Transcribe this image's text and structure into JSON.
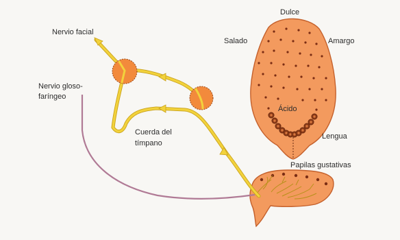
{
  "labels": {
    "facial_nerve": "Nervio facial",
    "glosso_nerve_line1": "Nervio gloso-",
    "glosso_nerve_line2": "faríngeo",
    "chorda_line1": "Cuerda del",
    "chorda_line2": "tímpano",
    "sweet": "Dulce",
    "salty": "Salado",
    "bitter": "Amargo",
    "sour": "Ácido",
    "tongue": "Lengua",
    "papillae": "Papilas gustativas"
  },
  "colors": {
    "nerve_yellow": "#f2d23c",
    "nerve_outline": "#c9a21a",
    "ganglion_orange": "#f28a3c",
    "tongue_fill": "#f39a5e",
    "tongue_edge": "#c4602b",
    "glosso_purple": "#b07a95",
    "papilla_dot": "#7a2d14",
    "background": "#f8f7f4"
  }
}
